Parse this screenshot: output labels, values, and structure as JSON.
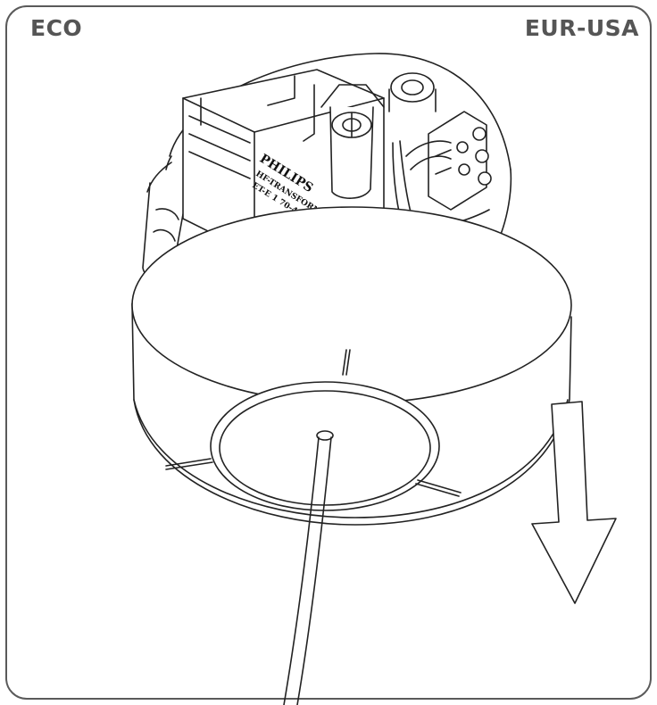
{
  "header": {
    "left_label": "ECO",
    "right_label": "EUR-USA"
  },
  "transformer": {
    "brand": "PHILIPS",
    "line1": "HF-TRANSFORMER",
    "line2": "ET-E 1 70-42 UL-DC"
  },
  "colors": {
    "stroke": "#222222",
    "frame": "#5a5a5a",
    "label": "#555555"
  },
  "icons": {
    "arrow": "down-arrow-icon"
  }
}
